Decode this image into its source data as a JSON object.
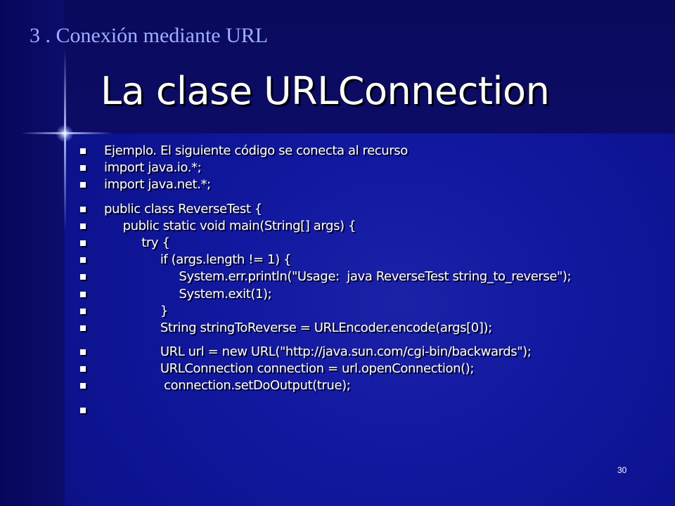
{
  "header": {
    "subtitle": "3 . Conexión mediante URL",
    "title": "La clase URLConnection"
  },
  "lines": [
    {
      "text": "Ejemplo. El siguiente código se conecta al recurso"
    },
    {
      "text": "import java.io.*;"
    },
    {
      "text": "import java.net.*;"
    },
    {
      "text": "public class ReverseTest {",
      "gap": true
    },
    {
      "text": "     public static void main(String[] args) {"
    },
    {
      "text": "          try {"
    },
    {
      "text": "               if (args.length != 1) {"
    },
    {
      "text": "                    System.err.println(\"Usage:  java ReverseTest string_to_reverse\");"
    },
    {
      "text": "                    System.exit(1);"
    },
    {
      "text": "               }"
    },
    {
      "text": "               String stringToReverse = URLEncoder.encode(args[0]);"
    },
    {
      "text": "               URL url = new URL(\"http://java.sun.com/cgi-bin/backwards\");",
      "gap": true
    },
    {
      "text": "               URLConnection connection = url.openConnection();"
    },
    {
      "text": "                connection.setDoOutput(true);"
    },
    {
      "text": "",
      "gap": true
    }
  ],
  "footer": {
    "page_number": "30"
  },
  "colors": {
    "background": "#1219a0",
    "subtitle": "#9fb0ff",
    "text": "#ffffff"
  }
}
